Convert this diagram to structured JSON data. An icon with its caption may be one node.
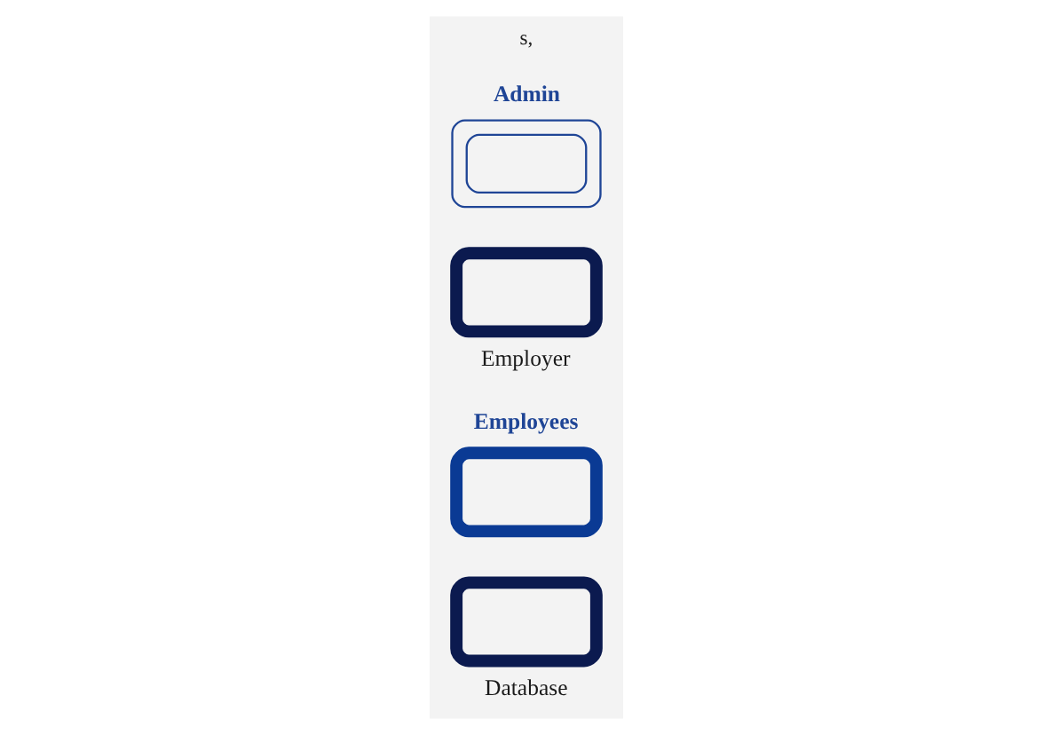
{
  "diagram": {
    "nodes": [
      {
        "text": [
          "Admin"
        ]
      },
      {
        "text": [
          "Employer"
        ]
      },
      {
        "text": [
          "Employees"
        ]
      },
      {
        "text": [
          "Database"
        ]
      }
    ],
    "labels": [
      "s,"
    ]
  }
}
